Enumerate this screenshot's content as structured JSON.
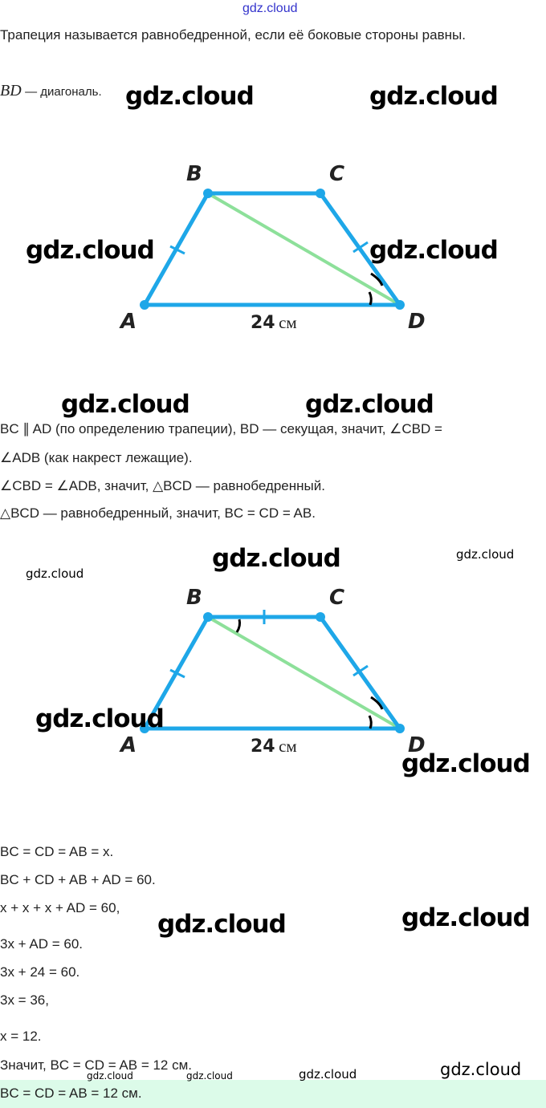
{
  "header": {
    "site": "gdz.cloud"
  },
  "watermark": "gdz.cloud",
  "lines": {
    "def": "Трапеция называется равнобедренной, если её боковые стороны равны.",
    "diag_math": "BD",
    "diag_text": "— диагональ.",
    "l1": "BC ∥ AD (по определению трапеции), BD — секущая, значит, ∠CBD =",
    "l2": "∠ADB (как накрест лежащие).",
    "l3": "∠CBD = ∠ADB, значит, △BCD — равнобедренный.",
    "l4": "△BCD — равнобедренный, значит, BC = CD = AB.",
    "e1": "BC = CD = AB = x.",
    "e2": "BC + CD + AB + AD = 60.",
    "e3": "x + x + x + AD = 60,",
    "e4": "3x + AD = 60.",
    "e5": "3x + 24 = 60.",
    "e6": "3x = 36,",
    "e7": "x = 12.",
    "e8": "Значит, BC = CD = AB = 12 см.",
    "answer": "BC = CD = AB = 12 см."
  },
  "figure": {
    "A": "A",
    "B": "B",
    "C": "C",
    "D": "D",
    "length": "24",
    "unit": "см"
  },
  "colors": {
    "sides": "#1ea7e8",
    "diagonal": "#8de09a",
    "answer_bg": "#dcfbe9",
    "header": "#3333cc"
  }
}
